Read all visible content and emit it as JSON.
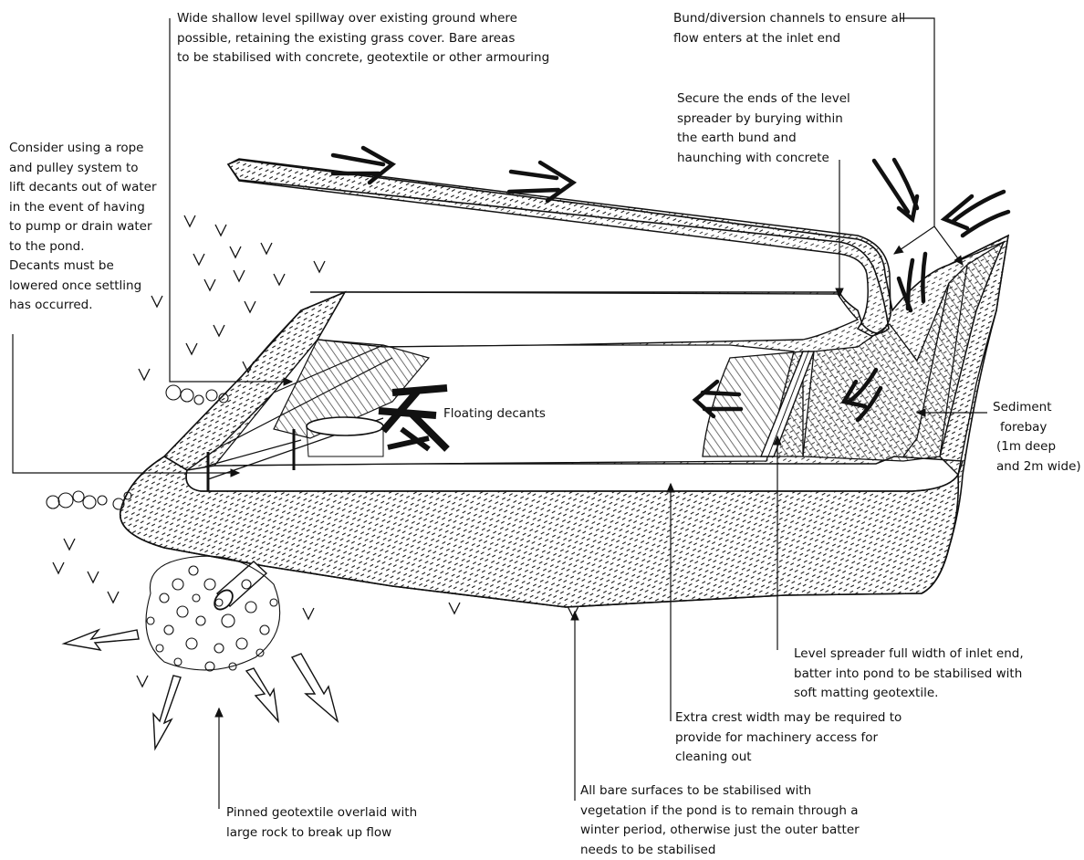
{
  "labels": {
    "spillway": [
      "Wide shallow level spillway over existing ground where",
      "possible, retaining the existing grass cover. Bare areas",
      "to be stabilised with concrete, geotextile or other armouring"
    ],
    "bund": [
      "Bund/diversion channels to ensure all",
      "flow enters at the inlet end"
    ],
    "secure": [
      "Secure the ends of the level",
      "spreader by burying within",
      "the earth bund and",
      "haunching with concrete"
    ],
    "rope": [
      "Consider using a rope",
      "and pulley system to",
      "lift decants out of water",
      "in the event of having",
      "to pump or drain water",
      "to the pond.",
      "Decants must be",
      "lowered once settling",
      "has occurred."
    ],
    "floating": [
      "Floating decants"
    ],
    "sediment": [
      "Sediment",
      "forebay",
      "(1m deep",
      "and 2m wide)"
    ],
    "spreader": [
      "Level spreader full width of inlet end,",
      "batter into pond to be stabilised with",
      "soft matting geotextile."
    ],
    "crest": [
      "Extra crest width may be required to",
      "provide for machinery access for",
      "cleaning out"
    ],
    "bare": [
      "All bare surfaces to be stabilised with",
      "vegetation if the pond is to remain through a",
      "winter period, otherwise just the outer batter",
      "needs to be stabilised"
    ],
    "geotextile": [
      "Pinned geotextile overlaid with",
      "large rock to break up flow"
    ]
  },
  "icons": [
    "flow-arrow-icon",
    "grass-tuft-icon",
    "rock-icon",
    "pipe-outlet-icon",
    "floating-decant-icon"
  ]
}
